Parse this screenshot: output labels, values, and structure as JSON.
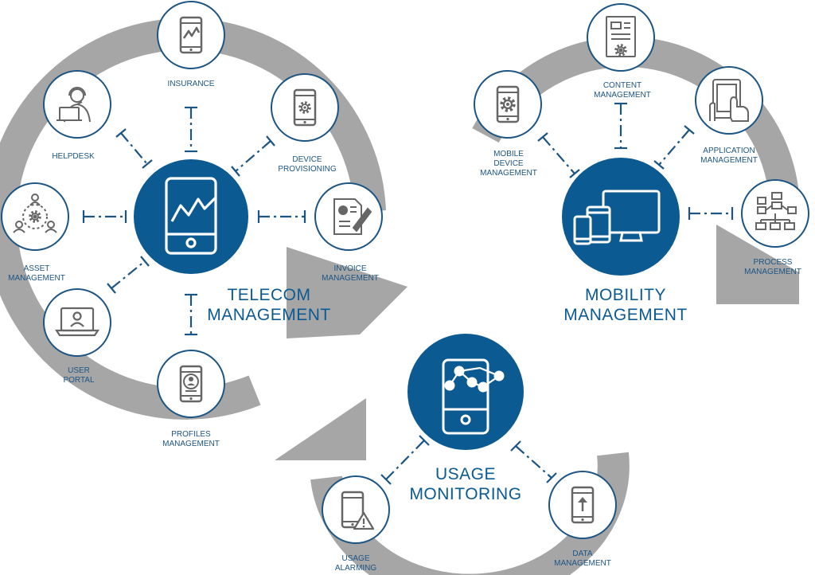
{
  "colors": {
    "accent": "#0c5a92",
    "arrow": "#a6a6a6",
    "ring": "#1c5584",
    "icon": "#666666",
    "label": "#1c5584"
  },
  "hubs": {
    "telecom": {
      "title": "TELECOM\nMANAGEMENT",
      "icon": "tablet-chart-icon"
    },
    "mobility": {
      "title": "MOBILITY\nMANAGEMENT",
      "icon": "devices-icon"
    },
    "usage": {
      "title": "USAGE\nMONITORING",
      "icon": "phone-network-icon"
    }
  },
  "nodes": {
    "insurance": {
      "label": "INSURANCE",
      "icon": "phone-crack-icon"
    },
    "helpdesk": {
      "label": "HELPDESK",
      "icon": "support-agent-icon"
    },
    "device_provisioning": {
      "label": "DEVICE\nPROVISIONING",
      "icon": "phone-gear-icon"
    },
    "asset_management": {
      "label": "ASSET\nMANAGEMENT",
      "icon": "people-gear-icon"
    },
    "invoice_management": {
      "label": "INVOICE\nMANAGEMENT",
      "icon": "invoice-pen-icon"
    },
    "user_portal": {
      "label": "USER\nPORTAL",
      "icon": "laptop-user-icon"
    },
    "profiles_management": {
      "label": "PROFILES\nMANAGEMENT",
      "icon": "phone-profile-icon"
    },
    "content_management": {
      "label": "CONTENT\nMANAGEMENT",
      "icon": "document-gear-icon"
    },
    "mobile_device_management": {
      "label": "MOBILE\nDEVICE\nMANAGEMENT",
      "icon": "phone-gear-icon"
    },
    "application_management": {
      "label": "APPLICATION\nMANAGEMENT",
      "icon": "tablet-hand-icon"
    },
    "process_management": {
      "label": "PROCESS\nMANAGEMENT",
      "icon": "flowchart-icon"
    },
    "usage_alarming": {
      "label": "USAGE\nALARMING",
      "icon": "phone-warning-icon"
    },
    "data_management": {
      "label": "DATA\nMANAGEMENT",
      "icon": "phone-upload-icon"
    }
  }
}
